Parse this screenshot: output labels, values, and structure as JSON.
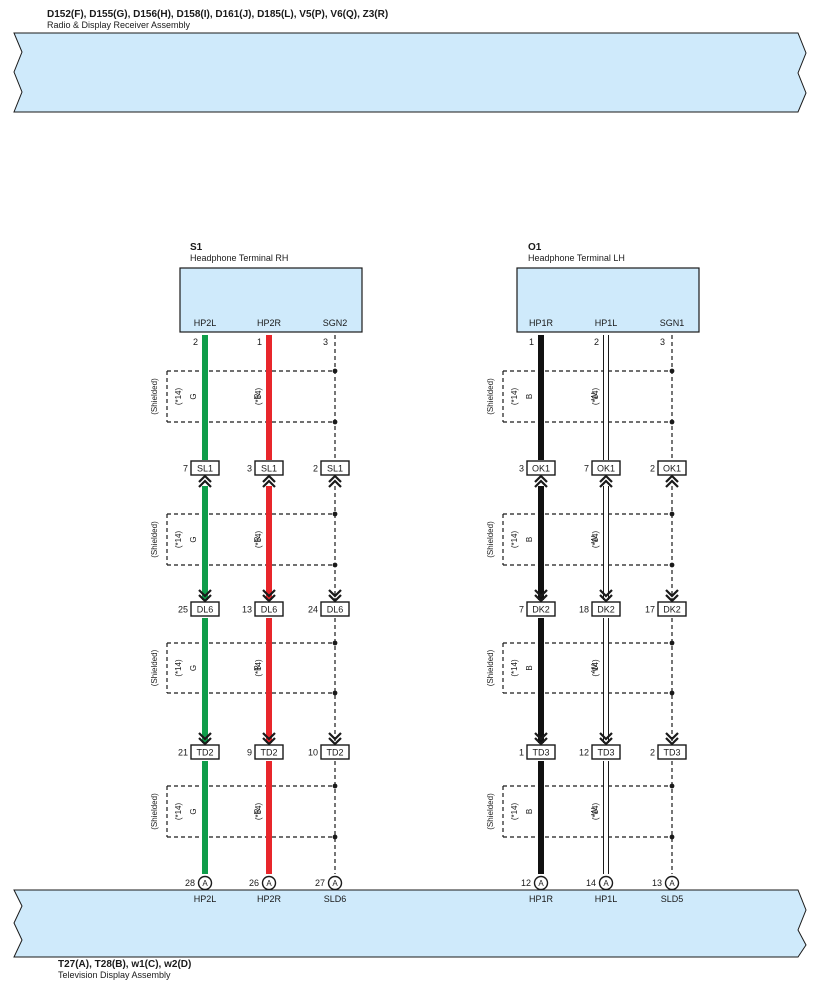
{
  "colors": {
    "assembly_fill": "#cfeafb",
    "green": "#0f9d4a",
    "red": "#e8262b",
    "black": "#111111",
    "white_wire": "#ffffff",
    "outline": "#1a1a1a"
  },
  "top_assembly": {
    "connectors": "D152(F), D155(G), D156(H), D158(I), D161(J), D185(L), V5(P), V6(Q), Z3(R)",
    "name": "Radio & Display Receiver Assembly"
  },
  "bottom_assembly": {
    "connectors": "T27(A), T28(B), w1(C), w2(D)",
    "name": "Television Display Assembly"
  },
  "shield_label": "(Shielded)",
  "wire_spec": "(*14)",
  "components": [
    {
      "id": "S1",
      "name": "Headphone Terminal RH",
      "wires": [
        {
          "term": "HP2L",
          "pin": "2",
          "type": "solid",
          "color_code": "G",
          "color_key": "green",
          "sl": "7",
          "sl_name": "SL1",
          "dl": "25",
          "dl_name": "DL6",
          "td": "21",
          "td_name": "TD2",
          "btm_pin": "28",
          "btm_conn": "A",
          "btm_term": "HP2L"
        },
        {
          "term": "HP2R",
          "pin": "1",
          "type": "solid",
          "color_code": "R",
          "color_key": "red",
          "sl": "3",
          "sl_name": "SL1",
          "dl": "13",
          "dl_name": "DL6",
          "td": "9",
          "td_name": "TD2",
          "btm_pin": "26",
          "btm_conn": "A",
          "btm_term": "HP2R"
        },
        {
          "term": "SGN2",
          "pin": "3",
          "type": "shield",
          "color_code": "",
          "color_key": "",
          "sl": "2",
          "sl_name": "SL1",
          "dl": "24",
          "dl_name": "DL6",
          "td": "10",
          "td_name": "TD2",
          "btm_pin": "27",
          "btm_conn": "A",
          "btm_term": "SLD6"
        }
      ]
    },
    {
      "id": "O1",
      "name": "Headphone Terminal LH",
      "wires": [
        {
          "term": "HP1R",
          "pin": "1",
          "type": "solid",
          "color_code": "B",
          "color_key": "black",
          "sl": "3",
          "sl_name": "OK1",
          "dl": "7",
          "dl_name": "DK2",
          "td": "1",
          "td_name": "TD3",
          "btm_pin": "12",
          "btm_conn": "A",
          "btm_term": "HP1R"
        },
        {
          "term": "HP1L",
          "pin": "2",
          "type": "solid",
          "color_code": "W",
          "color_key": "white_wire",
          "sl": "7",
          "sl_name": "OK1",
          "dl": "18",
          "dl_name": "DK2",
          "td": "12",
          "td_name": "TD3",
          "btm_pin": "14",
          "btm_conn": "A",
          "btm_term": "HP1L"
        },
        {
          "term": "SGN1",
          "pin": "3",
          "type": "shield",
          "color_code": "",
          "color_key": "",
          "sl": "2",
          "sl_name": "OK1",
          "dl": "17",
          "dl_name": "DK2",
          "td": "2",
          "td_name": "TD3",
          "btm_pin": "13",
          "btm_conn": "A",
          "btm_term": "SLD5"
        }
      ]
    }
  ]
}
